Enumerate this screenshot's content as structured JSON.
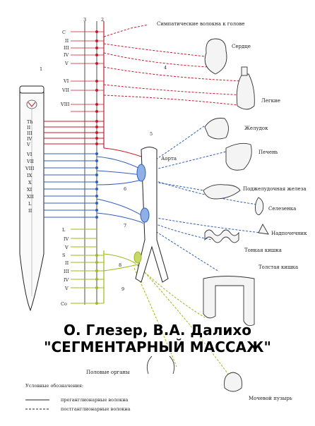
{
  "title": {
    "line1": "О. Глезер, В.А. Далихо",
    "line2": "\"СЕГМЕНТАРНЫЙ МАССАЖ\""
  },
  "numbers": [
    "1",
    "2",
    "3",
    "4",
    "5",
    "6",
    "7",
    "8",
    "9"
  ],
  "segments_left": [
    "C",
    "II",
    "III",
    "IV",
    "V",
    "VI",
    "VII",
    "VIII",
    "Th",
    "II",
    "III",
    "IV",
    "V",
    "VI",
    "VII",
    "VIII",
    "IX",
    "X",
    "XI",
    "XII",
    "L",
    "II",
    "L",
    "IV",
    "V",
    "S",
    "II",
    "III",
    "IV",
    "V",
    "Co"
  ],
  "organs": {
    "sympathetic_head": "Симпатические волокна к голове",
    "heart": "Сердце",
    "lungs": "Легкие",
    "stomach": "Желудок",
    "liver": "Печень",
    "aorta": "Аорта",
    "pancreas": "Поджелудочная железа",
    "spleen": "Селезенка",
    "adrenal": "Надпочечник",
    "small_intestine": "Тонкая кишка",
    "large_intestine": "Толстая кишка",
    "genitals": "Половые органы",
    "bladder": "Мочевой пузырь"
  },
  "legend": {
    "header": "Условные обозначения:",
    "pre": "преганглионарные волокна",
    "post": "постганглионарные волокна"
  },
  "colors": {
    "thoracic": "#c8192a",
    "abdominal": "#2e5fb8",
    "sacral": "#9fb81c",
    "ink": "#222222"
  }
}
